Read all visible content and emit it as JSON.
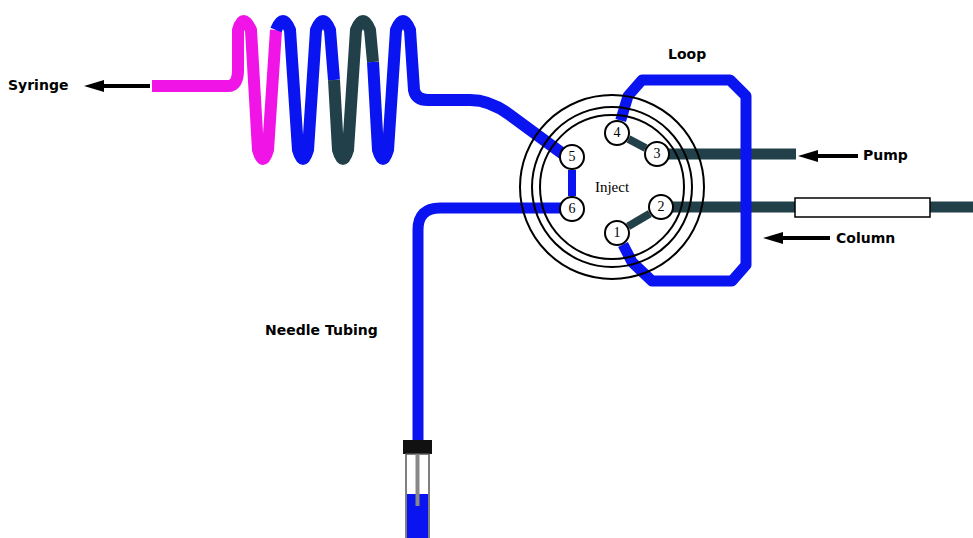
{
  "diagram": {
    "nodes": [
      {
        "text": [
          "Inject"
        ]
      },
      {
        "text": [
          "4"
        ],
        "in": 0
      },
      {
        "text": [
          "3"
        ],
        "in": 0
      },
      {
        "text": [
          "5"
        ],
        "in": 0
      },
      {
        "text": [
          "6"
        ],
        "in": 0
      },
      {
        "text": [
          "1"
        ],
        "in": 0
      },
      {
        "text": [
          "2"
        ],
        "in": 0
      }
    ],
    "edges": [
      {
        "from": 1,
        "to": 5,
        "arrow": "none"
      },
      {
        "from": 1,
        "to": 2,
        "arrow": "none"
      },
      {
        "from": 3,
        "to": 4,
        "arrow": "none"
      },
      {
        "from": 5,
        "to": 6,
        "arrow": "none"
      }
    ],
    "labels": [
      "Syringe",
      "Loop",
      "Pump",
      "Column",
      "Needle Tubing"
    ]
  }
}
